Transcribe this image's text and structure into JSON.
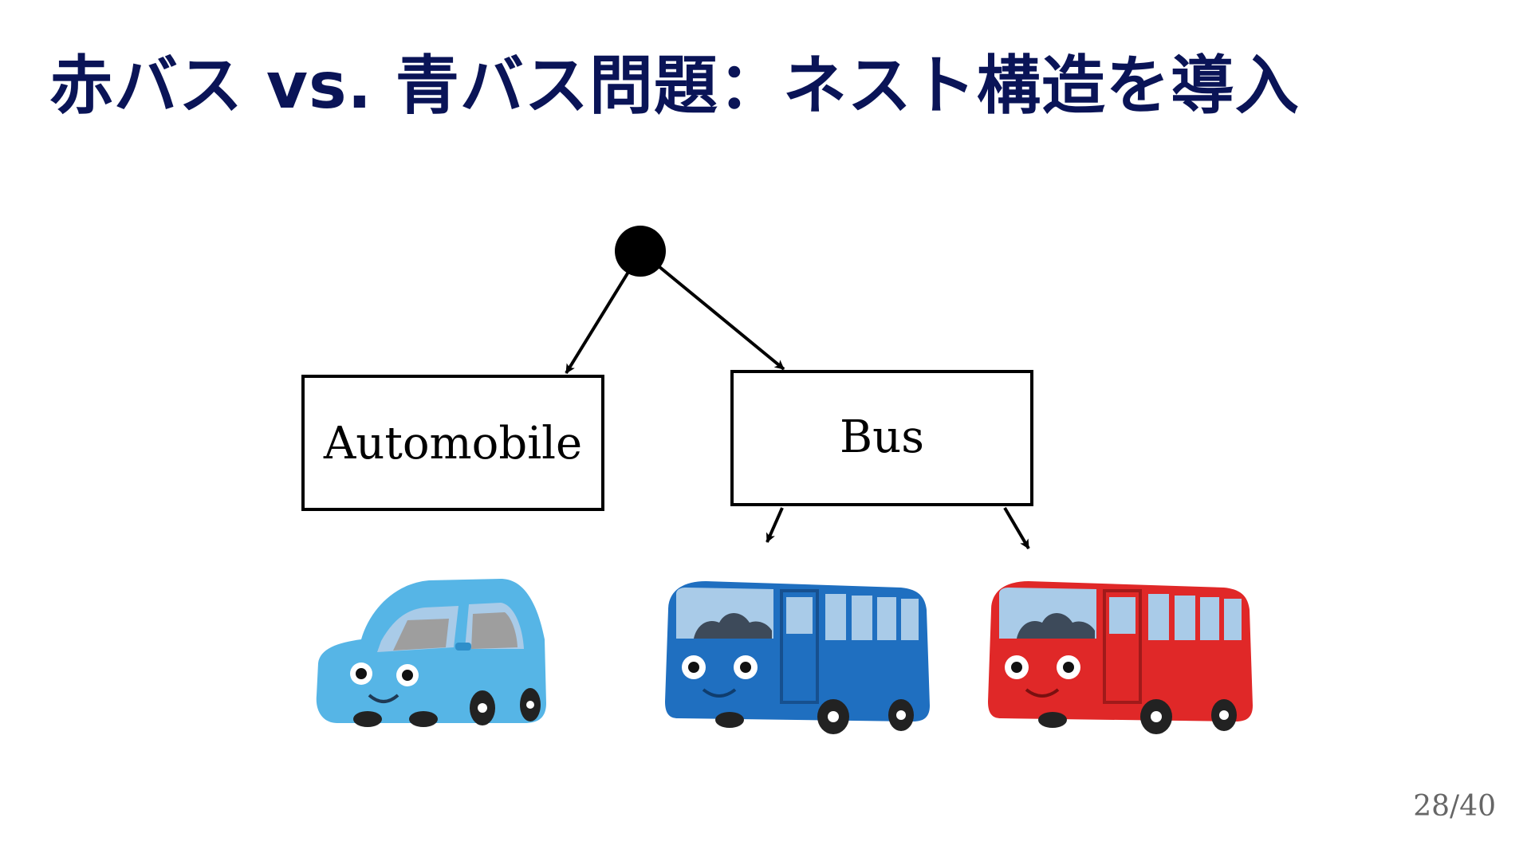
{
  "slide": {
    "title": "赤バス vs. 青バス問題：ネスト構造を導入",
    "page_current": "28",
    "page_separator": "/",
    "page_total": "40"
  },
  "diagram": {
    "nodes": [
      {
        "id": "root",
        "kind": "dot"
      },
      {
        "id": "automobile",
        "label": "Automobile"
      },
      {
        "id": "bus",
        "label": "Bus"
      }
    ],
    "leaves": [
      {
        "id": "car",
        "icon": "car-icon",
        "color": "#56b5e6"
      },
      {
        "id": "blue-bus",
        "icon": "bus-icon",
        "color": "#1f6fc0"
      },
      {
        "id": "red-bus",
        "icon": "bus-icon",
        "color": "#e02828"
      }
    ],
    "edges": [
      [
        "root",
        "automobile"
      ],
      [
        "root",
        "bus"
      ],
      [
        "bus",
        "blue-bus"
      ],
      [
        "bus",
        "red-bus"
      ]
    ],
    "colors": {
      "title": "#0a1457",
      "line": "#000000",
      "window": "#a9cbe8",
      "passenger": "#3d4a5a"
    }
  }
}
